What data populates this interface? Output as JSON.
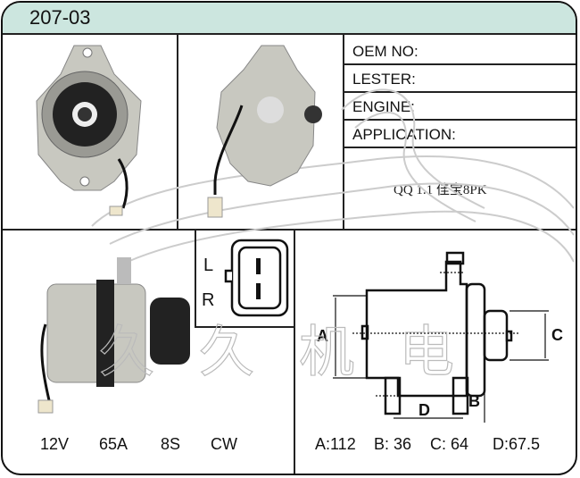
{
  "header": {
    "part_number": "207-03"
  },
  "info_table": {
    "oem_label": "OEM NO:",
    "lester_label": "LESTER:",
    "engine_label": "ENGINE:",
    "application_label": "APPLICATION:",
    "application_value": "QQ 1.1 佳宝8PK"
  },
  "connector": {
    "pin_top": "L",
    "pin_bottom": "R"
  },
  "specs": {
    "voltage": "12V",
    "amperage": "65A",
    "pulley": "8S",
    "rotation": "CW"
  },
  "dimensions_diagram": {
    "labels": {
      "a": "A",
      "b": "B",
      "c": "C",
      "d": "D"
    },
    "values": {
      "a": "A:112",
      "b": "B: 36",
      "c": "C: 64",
      "d": "D:67.5"
    }
  },
  "watermark": {
    "chars": [
      "久",
      "久",
      "机",
      "电"
    ]
  },
  "colors": {
    "header_bg": "#cce6df",
    "border": "#222222"
  }
}
